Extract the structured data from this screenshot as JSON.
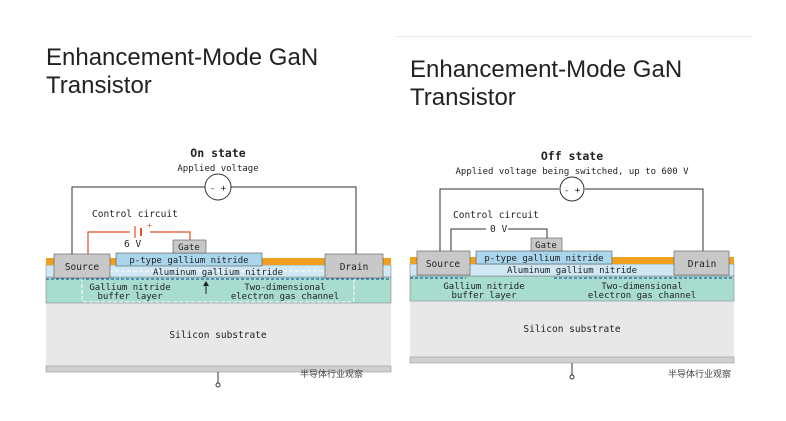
{
  "left": {
    "title_line1": "Enhancement-Mode GaN",
    "title_line2": "Transistor",
    "state_title": "On state",
    "voltage_label": "Applied voltage",
    "control_label": "Control circuit",
    "control_voltage": "6 V",
    "gate": "Gate",
    "source": "Source",
    "drain": "Drain",
    "p_gan": "p-type gallium nitride",
    "algan": "Aluminum gallium nitride",
    "buffer_line1": "Gallium nitride",
    "buffer_line2": "buffer layer",
    "twodeg_line1": "Two-dimensional",
    "twodeg_line2": "electron gas channel",
    "substrate": "Silicon substrate",
    "watermark": "半导体行业观察"
  },
  "right": {
    "title_line1": "Enhancement-Mode GaN",
    "title_line2": "Transistor",
    "state_title": "Off state",
    "voltage_label": "Applied voltage being switched, up to 600 V",
    "control_label": "Control circuit",
    "control_voltage": "0 V",
    "gate": "Gate",
    "source": "Source",
    "drain": "Drain",
    "p_gan": "p-type gallium nitride",
    "algan": "Aluminum gallium nitride",
    "buffer_line1": "Gallium nitride",
    "buffer_line2": "buffer layer",
    "twodeg_line1": "Two-dimensional",
    "twodeg_line2": "electron gas channel",
    "substrate": "Silicon substrate",
    "watermark": "半导体行业观察"
  },
  "voltage_source_symbol": "- +",
  "colors": {
    "metal": "#c8c8c8",
    "gold": "#f0a020",
    "p_gan": "#a9d6ec",
    "algan": "#cfe8f4",
    "buffer": "#a8dccf",
    "substrate": "#e8e8e8",
    "electron_gas": "#1e5fa8",
    "on_wire": "#e0502a"
  }
}
